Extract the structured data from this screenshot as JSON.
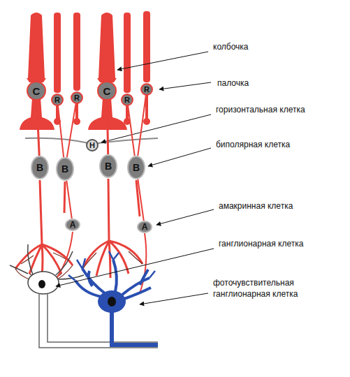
{
  "diagram": {
    "nodes": [
      {
        "text": [
          "C"
        ]
      },
      {
        "text": [
          "R"
        ]
      },
      {
        "text": [
          "R"
        ]
      },
      {
        "text": [
          "C"
        ]
      },
      {
        "text": [
          "R"
        ]
      },
      {
        "text": [
          "R"
        ]
      },
      {
        "text": [
          "H"
        ]
      },
      {
        "text": [
          "B"
        ]
      },
      {
        "text": [
          "B"
        ]
      },
      {
        "text": [
          "B"
        ]
      },
      {
        "text": [
          "B"
        ]
      },
      {
        "text": [
          "A"
        ]
      },
      {
        "text": [
          "A"
        ]
      }
    ],
    "edges": [
      {
        "from": 0,
        "to": 7,
        "arrow": "none"
      },
      {
        "from": 1,
        "to": 8,
        "arrow": "none"
      },
      {
        "from": 2,
        "to": 8,
        "arrow": "none"
      },
      {
        "from": 3,
        "to": 9,
        "arrow": "none"
      },
      {
        "from": 4,
        "to": 10,
        "arrow": "none"
      },
      {
        "from": 5,
        "to": 10,
        "arrow": "none"
      },
      {
        "from": 8,
        "to": 11,
        "arrow": "none"
      },
      {
        "from": 10,
        "to": 12,
        "arrow": "none"
      }
    ],
    "labels": [
      "колбочка",
      "палочка",
      "горизонтальная клетка",
      "биполярная клетка",
      "амакринная клетка",
      "ганглионарная клетка",
      "фоточувствительная ганглионарная клетка"
    ]
  }
}
